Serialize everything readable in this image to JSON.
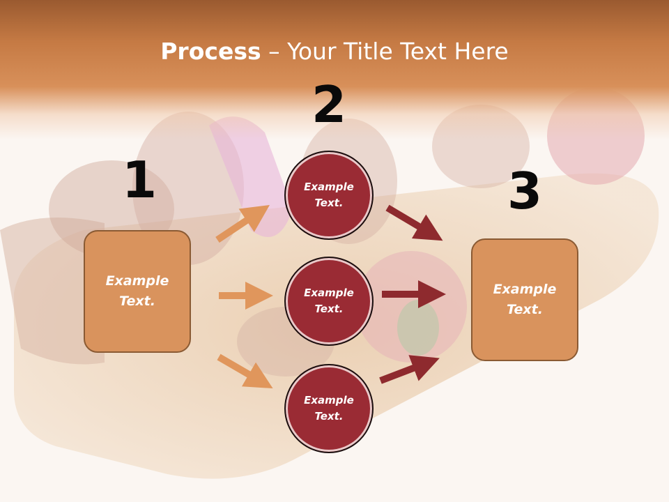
{
  "slide": {
    "title_bold": "Process",
    "title_rest": " – Your Title Text Here",
    "step_numbers": [
      "1",
      "2",
      "3"
    ],
    "left_box_text": "Example\nText.",
    "right_box_text": "Example\nText.",
    "circles": [
      {
        "text": "Example\nText."
      },
      {
        "text": "Example\nText."
      },
      {
        "text": "Example\nText."
      }
    ]
  },
  "colors": {
    "title_band": "#c57a44",
    "box_fill": "#d9935d",
    "circle_fill": "#9a2b34",
    "arrow_left": "#e0965c",
    "arrow_right": "#8e2a2e"
  }
}
